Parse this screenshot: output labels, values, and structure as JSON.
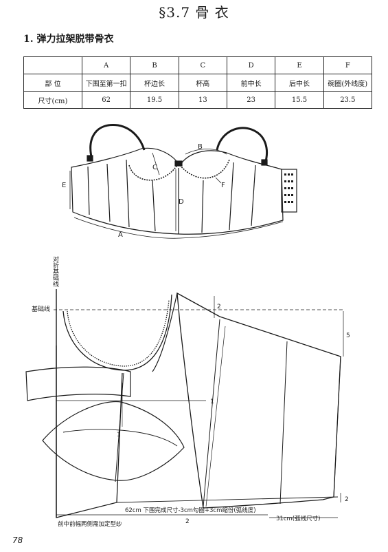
{
  "header": {
    "title": "§3.7 骨  衣"
  },
  "section": {
    "title": "1. 弹力拉架脱带骨衣"
  },
  "spec_table": {
    "columns": [
      "A",
      "B",
      "C",
      "D",
      "E",
      "F"
    ],
    "row_labels": {
      "part": "部    位",
      "size": "尺寸(cm)"
    },
    "parts": [
      "下围至第一扣",
      "杯边长",
      "杯高",
      "前中长",
      "后中长",
      "碗圈(外线度)"
    ],
    "sizes": [
      "62",
      "19.5",
      "13",
      "23",
      "15.5",
      "23.5"
    ]
  },
  "garment_labels": {
    "a": "A",
    "b": "B",
    "c": "C",
    "d": "D",
    "e": "E",
    "f": "F"
  },
  "pattern": {
    "vertical_note": "对折基础线",
    "base_line": "基础线",
    "dim_2_top": "2",
    "dim_5": "5",
    "dim_1_front": "1",
    "dim_1_cup": "1",
    "dim_2_bottom": "2",
    "dim_2_right": "2",
    "bottom_formula": "62cm 下围完成尺寸-3cm勾圈+3cm缩份(弧线度)",
    "right_formula": "31cm(弧线尺寸)",
    "bottom_note": "前中前幅两侧需加定型纱"
  },
  "footer": {
    "page_number": "78"
  }
}
